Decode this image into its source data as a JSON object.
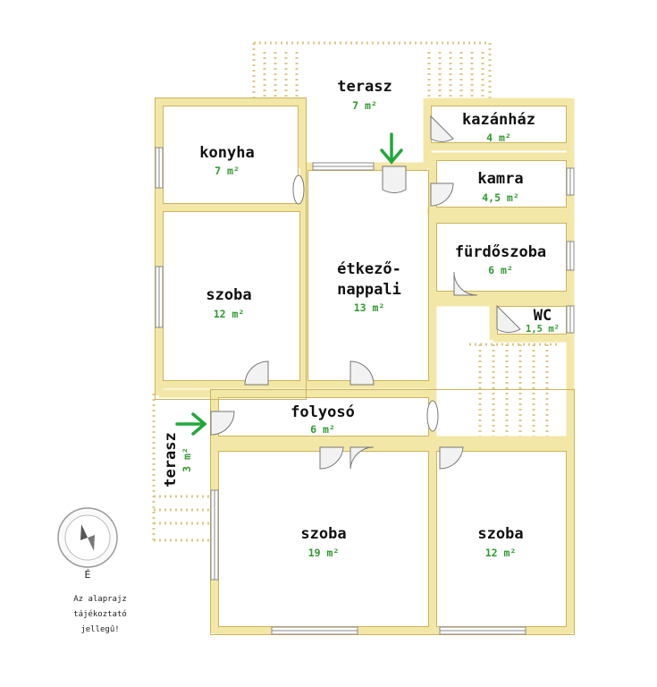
{
  "rooms": {
    "terasz_top": {
      "name": "terasz",
      "area": "7 m²"
    },
    "kazanhaz": {
      "name": "kazánház",
      "area": "4 m²"
    },
    "konyha": {
      "name": "konyha",
      "area": "7 m²"
    },
    "kamra": {
      "name": "kamra",
      "area": "4,5 m²"
    },
    "furdoszoba": {
      "name": "fürdőszoba",
      "area": "6 m²"
    },
    "etkezo": {
      "name_line1": "étkező-",
      "name_line2": "nappali",
      "area": "13 m²"
    },
    "szoba_left": {
      "name": "szoba",
      "area": "12 m²"
    },
    "wc": {
      "name": "WC",
      "area": "1,5 m²"
    },
    "folyoso": {
      "name": "folyosó",
      "area": "6 m²"
    },
    "terasz_side": {
      "name": "terasz",
      "area": "3 m²"
    },
    "szoba_big": {
      "name": "szoba",
      "area": "19 m²"
    },
    "szoba_right": {
      "name": "szoba",
      "area": "12 m²"
    }
  },
  "compass": {
    "label": "É",
    "icon": "compass-icon"
  },
  "note": "Az alaprajz\ntájékoztató\njellegű!",
  "colors": {
    "wall": "#f3e7a8",
    "wall_edge": "#c9b55a",
    "area_text": "#2e9a2e",
    "arrow": "#22a83a"
  }
}
